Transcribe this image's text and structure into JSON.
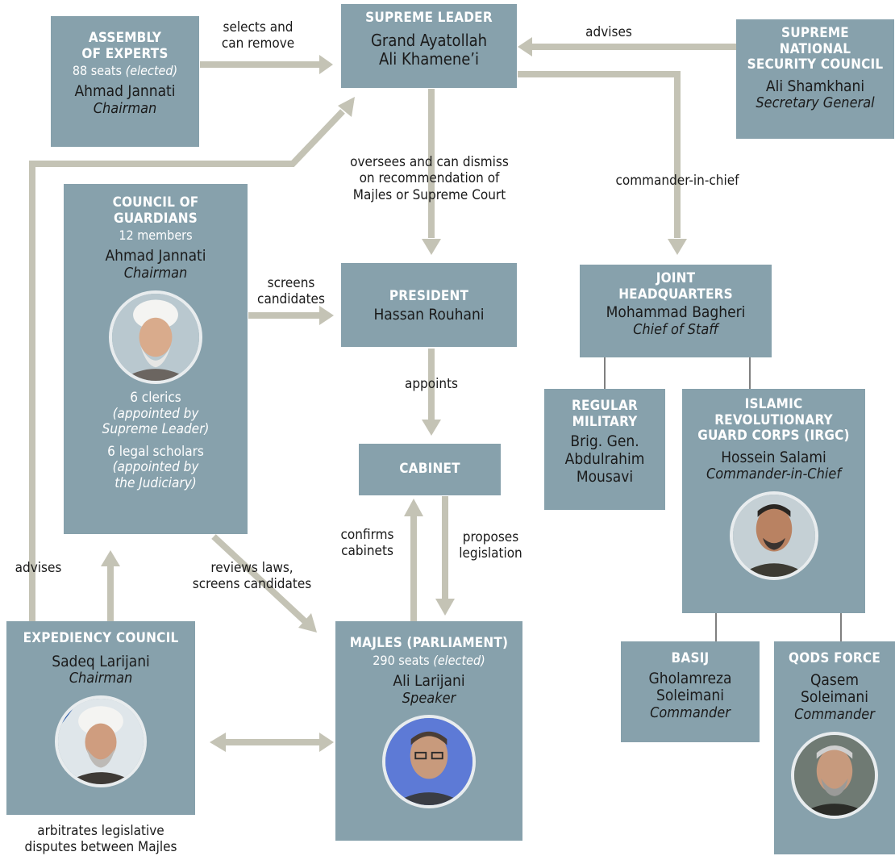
{
  "nodes": {
    "supreme_leader": {
      "title": "SUPREME LEADER",
      "person": "Grand Ayatollah\nAli Khamene’i"
    },
    "assembly_of_experts": {
      "title": "ASSEMBLY\nOF EXPERTS",
      "seats": "88 seats",
      "seats_note": "(elected)",
      "person": "Ahmad Jannati",
      "role": "Chairman"
    },
    "national_security_council": {
      "title": "SUPREME\nNATIONAL\nSECURITY COUNCIL",
      "person": "Ali Shamkhani",
      "role": "Secretary General"
    },
    "council_of_guardians": {
      "title": "COUNCIL OF\nGUARDIANS",
      "seats": "12 members",
      "person": "Ahmad Jannati",
      "role": "Chairman",
      "line1": "6 clerics",
      "line2": "(appointed by",
      "line3": "Supreme Leader)",
      "line4": "6 legal scholars",
      "line5": "(appointed by",
      "line6": "the Judiciary)",
      "portrait_icon": "cleric-portrait"
    },
    "president": {
      "title": "PRESIDENT",
      "person": "Hassan Rouhani"
    },
    "cabinet": {
      "title": "CABINET"
    },
    "joint_headquarters": {
      "title": "JOINT\nHEADQUARTERS",
      "person": "Mohammad Bagheri",
      "role": "Chief of Staff"
    },
    "regular_military": {
      "title": "REGULAR\nMILITARY",
      "person": "Brig. Gen.\nAbdulrahim\nMousavi"
    },
    "irgc": {
      "title": "ISLAMIC\nREVOLUTIONARY\nGUARD CORPS (IRGC)",
      "person": "Hossein Salami",
      "role": "Commander-in-Chief",
      "portrait_icon": "commander-portrait"
    },
    "basij": {
      "title": "BASIJ",
      "person": "Gholamreza\nSoleimani",
      "role": "Commander"
    },
    "qods_force": {
      "title": "QODS FORCE",
      "person": "Qasem\nSoleimani",
      "role": "Commander",
      "portrait_icon": "commander-portrait"
    },
    "expediency_council": {
      "title": "EXPEDIENCY COUNCIL",
      "person": "Sadeq Larijani",
      "role": "Chairman",
      "portrait_icon": "cleric-portrait"
    },
    "majles": {
      "title": "MAJLES (PARLIAMENT)",
      "seats": "290 seats",
      "seats_note": "(elected)",
      "person": "Ali Larijani",
      "role": "Speaker",
      "portrait_icon": "speaker-portrait"
    }
  },
  "edge_labels": {
    "selects": "selects and\ncan remove",
    "advises_top": "advises",
    "oversees": "oversees and can dismiss\non recommendation of\nMajles or Supreme Court",
    "commander": "commander-in-chief",
    "screens": "screens\ncandidates",
    "appoints": "appoints",
    "confirms": "confirms\ncabinets",
    "proposes": "proposes\nlegislation",
    "reviews": "reviews laws,\nscreens candidates",
    "advises_left": "advises",
    "arbitrates": "arbitrates legislative\ndisputes between Majles"
  },
  "colors": {
    "box": "#87a1ac",
    "arrow": "#c4c3b5",
    "line": "#555555"
  }
}
